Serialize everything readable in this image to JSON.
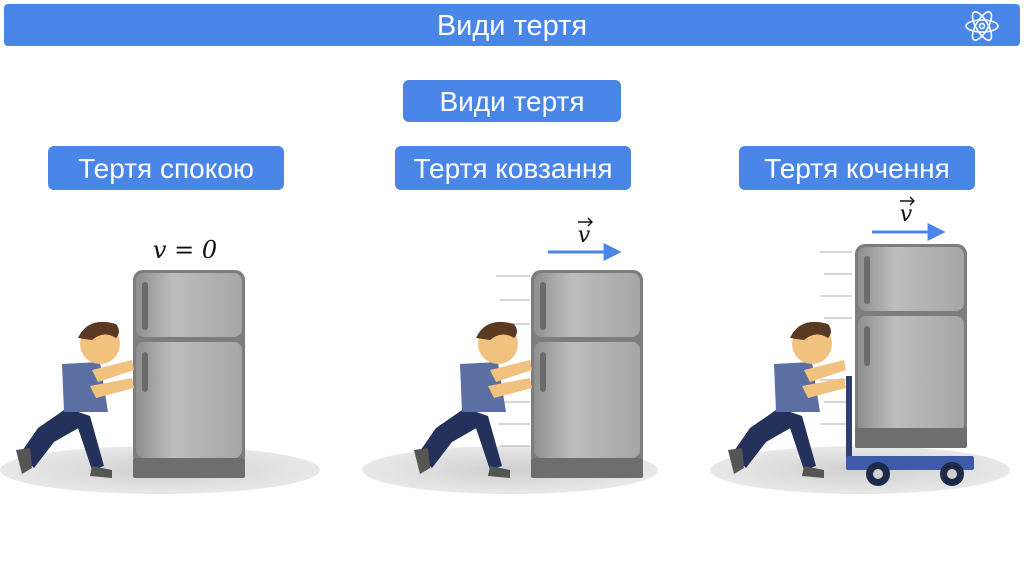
{
  "header": {
    "title": "Види тертя",
    "icon": "atom-icon"
  },
  "main_badge": "Види тертя",
  "panels": [
    {
      "label": "Тертя спокою",
      "formula": "v = 0"
    },
    {
      "label": "Тертя ковзання",
      "vector": "v"
    },
    {
      "label": "Тертя кочення",
      "vector": "v"
    }
  ],
  "colors": {
    "accent": "#4a86e8",
    "badge_text": "#ffffff",
    "fridge": "#9e9e9e",
    "shadow": "#d9d9d9",
    "cart": "#3f5aa6"
  }
}
